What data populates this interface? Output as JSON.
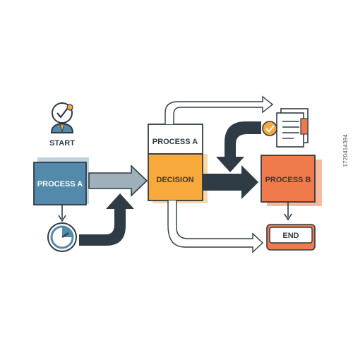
{
  "diagram": {
    "start_label": "START",
    "process_a_left": "PROCESS A",
    "process_a_top": "PROCESS A",
    "decision": "DECISION",
    "process_b": "PROCESS B",
    "end_label": "END"
  },
  "watermark": {
    "stock_id": "1720414394"
  },
  "colors": {
    "blue": "#5389aa",
    "blue_shadow": "#bcd3e2",
    "orange": "#f7a93c",
    "orange_light": "#fbd9a6",
    "red": "#ef7a4c",
    "red_shadow": "#f7b99c",
    "dark": "#2f3b45",
    "slate": "#9fb0bb"
  },
  "icons": [
    "businessman-check-icon",
    "gauge-clock-icon",
    "documents-check-icon"
  ]
}
